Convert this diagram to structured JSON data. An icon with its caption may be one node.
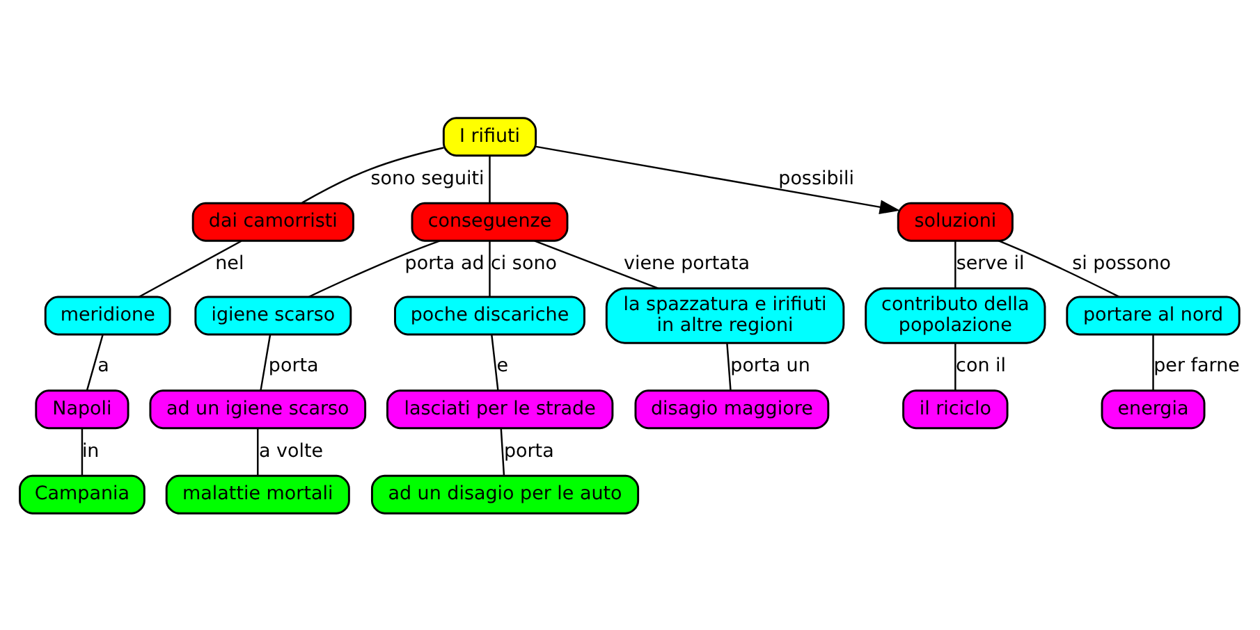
{
  "diagram": {
    "nodes": [
      {
        "text": [
          "I rifiuti"
        ]
      },
      {
        "text": [
          "dai camorristi"
        ]
      },
      {
        "text": [
          "conseguenze"
        ]
      },
      {
        "text": [
          "soluzioni"
        ]
      },
      {
        "text": [
          "meridione"
        ]
      },
      {
        "text": [
          "igiene scarso"
        ]
      },
      {
        "text": [
          "poche discariche"
        ]
      },
      {
        "text": [
          "la spazzatura e irifiuti in altre regioni"
        ]
      },
      {
        "text": [
          "contributo della popolazione"
        ]
      },
      {
        "text": [
          "portare al nord"
        ]
      },
      {
        "text": [
          "Napoli"
        ]
      },
      {
        "text": [
          "ad un igiene scarso"
        ]
      },
      {
        "text": [
          "lasciati per le strade"
        ]
      },
      {
        "text": [
          "disagio maggiore"
        ]
      },
      {
        "text": [
          "il riciclo"
        ]
      },
      {
        "text": [
          "energia"
        ]
      },
      {
        "text": [
          "Campania"
        ]
      },
      {
        "text": [
          "malattie mortali"
        ]
      },
      {
        "text": [
          "ad un disagio per le auto"
        ]
      }
    ],
    "edges": [
      {
        "from": 0,
        "to": 1,
        "label": "sono seguiti",
        "arrow": "none"
      },
      {
        "from": 0,
        "to": 2,
        "arrow": "none"
      },
      {
        "from": 0,
        "to": 3,
        "label": "possibili",
        "arrow": "to"
      },
      {
        "from": 1,
        "to": 4,
        "label": "nel",
        "arrow": "none"
      },
      {
        "from": 2,
        "to": 5,
        "label": "porta ad",
        "arrow": "none"
      },
      {
        "from": 2,
        "to": 6,
        "label": "ci sono",
        "arrow": "none"
      },
      {
        "from": 2,
        "to": 7,
        "label": "viene portata",
        "arrow": "none"
      },
      {
        "from": 3,
        "to": 8,
        "label": "serve il",
        "arrow": "none"
      },
      {
        "from": 3,
        "to": 9,
        "label": "si possono",
        "arrow": "none"
      },
      {
        "from": 4,
        "to": 10,
        "label": "a",
        "arrow": "none"
      },
      {
        "from": 5,
        "to": 11,
        "label": "porta",
        "arrow": "none"
      },
      {
        "from": 6,
        "to": 12,
        "label": "e",
        "arrow": "none"
      },
      {
        "from": 7,
        "to": 13,
        "label": "porta un",
        "arrow": "none"
      },
      {
        "from": 8,
        "to": 14,
        "label": "con il",
        "arrow": "none"
      },
      {
        "from": 9,
        "to": 15,
        "label": "per farne",
        "arrow": "none"
      },
      {
        "from": 10,
        "to": 16,
        "label": "in",
        "arrow": "none"
      },
      {
        "from": 11,
        "to": 17,
        "label": "a volte",
        "arrow": "none"
      },
      {
        "from": 12,
        "to": 18,
        "label": "porta",
        "arrow": "none"
      }
    ]
  }
}
